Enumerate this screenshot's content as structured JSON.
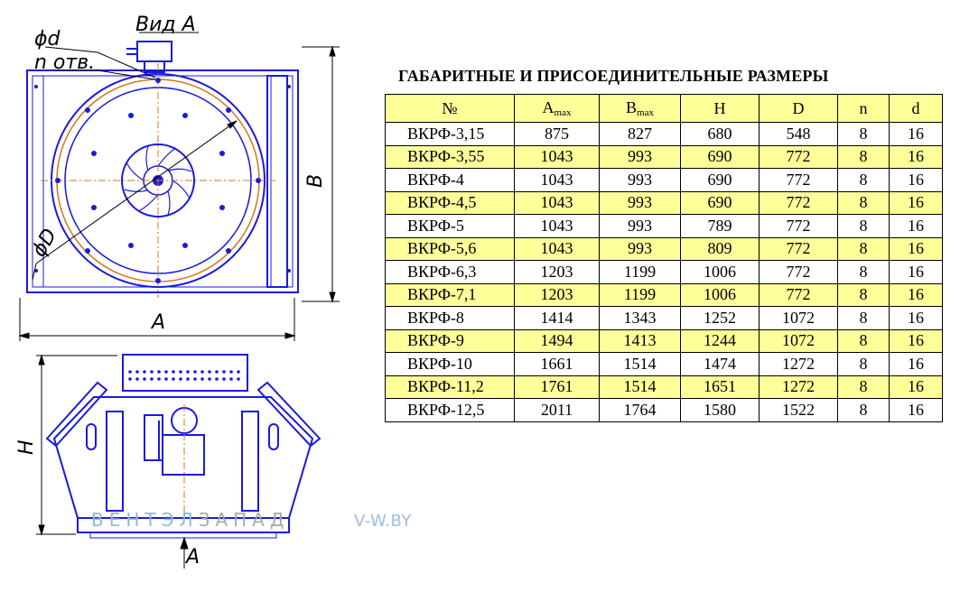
{
  "drawing": {
    "labels": {
      "view": "Вид А",
      "diam_d": "ϕd",
      "n_holes": "n отв.",
      "dim_b": "B",
      "dim_a": "A",
      "diam_D": "ϕD",
      "dim_h": "H",
      "arrow_a": "A"
    },
    "colors": {
      "steel": "#1a1adc",
      "ring": "#d4761a",
      "line": "#000000"
    }
  },
  "table": {
    "title": "ГАБАРИТНЫЕ И ПРИСОЕДИНИТЕЛЬНЫЕ РАЗМЕРЫ",
    "headers": [
      "№",
      "A",
      "B",
      "H",
      "D",
      "n",
      "d"
    ],
    "header_sub": "max",
    "highlight_color": "#ffff99",
    "rows": [
      [
        "ВКРФ-3,15",
        "875",
        "827",
        "680",
        "548",
        "8",
        "16"
      ],
      [
        "ВКРФ-3,55",
        "1043",
        "993",
        "690",
        "772",
        "8",
        "16"
      ],
      [
        "ВКРФ-4",
        "1043",
        "993",
        "690",
        "772",
        "8",
        "16"
      ],
      [
        "ВКРФ-4,5",
        "1043",
        "993",
        "690",
        "772",
        "8",
        "16"
      ],
      [
        "ВКРФ-5",
        "1043",
        "993",
        "789",
        "772",
        "8",
        "16"
      ],
      [
        "ВКРФ-5,6",
        "1043",
        "993",
        "809",
        "772",
        "8",
        "16"
      ],
      [
        "ВКРФ-6,3",
        "1203",
        "1199",
        "1006",
        "772",
        "8",
        "16"
      ],
      [
        "ВКРФ-7,1",
        "1203",
        "1199",
        "1006",
        "772",
        "8",
        "16"
      ],
      [
        "ВКРФ-8",
        "1414",
        "1343",
        "1252",
        "1072",
        "8",
        "16"
      ],
      [
        "ВКРФ-9",
        "1494",
        "1413",
        "1244",
        "1072",
        "8",
        "16"
      ],
      [
        "ВКРФ-10",
        "1661",
        "1514",
        "1474",
        "1272",
        "8",
        "16"
      ],
      [
        "ВКРФ-11,2",
        "1761",
        "1514",
        "1651",
        "1272",
        "8",
        "16"
      ],
      [
        "ВКРФ-12,5",
        "2011",
        "1764",
        "1580",
        "1522",
        "8",
        "16"
      ]
    ]
  },
  "watermark": {
    "brand_part1": "ВЕНТЭЛ",
    "brand_part2": "ЗАПАД",
    "site": "V-W.BY"
  }
}
